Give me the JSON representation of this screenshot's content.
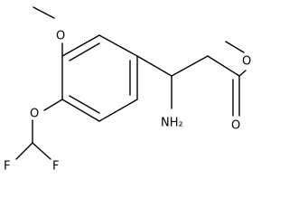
{
  "molecule": {
    "atoms": [
      {
        "id": "o_methoxy_aryl",
        "label": "O"
      },
      {
        "id": "o_ether",
        "label": "O"
      },
      {
        "id": "f_1",
        "label": "F"
      },
      {
        "id": "f_2",
        "label": "F"
      },
      {
        "id": "amine",
        "label": "NH₂"
      },
      {
        "id": "o_carbonyl",
        "label": "O"
      },
      {
        "id": "o_ester",
        "label": "O"
      }
    ]
  },
  "colors": {
    "bond": "#000000",
    "text": "#000000",
    "background": "#ffffff"
  }
}
